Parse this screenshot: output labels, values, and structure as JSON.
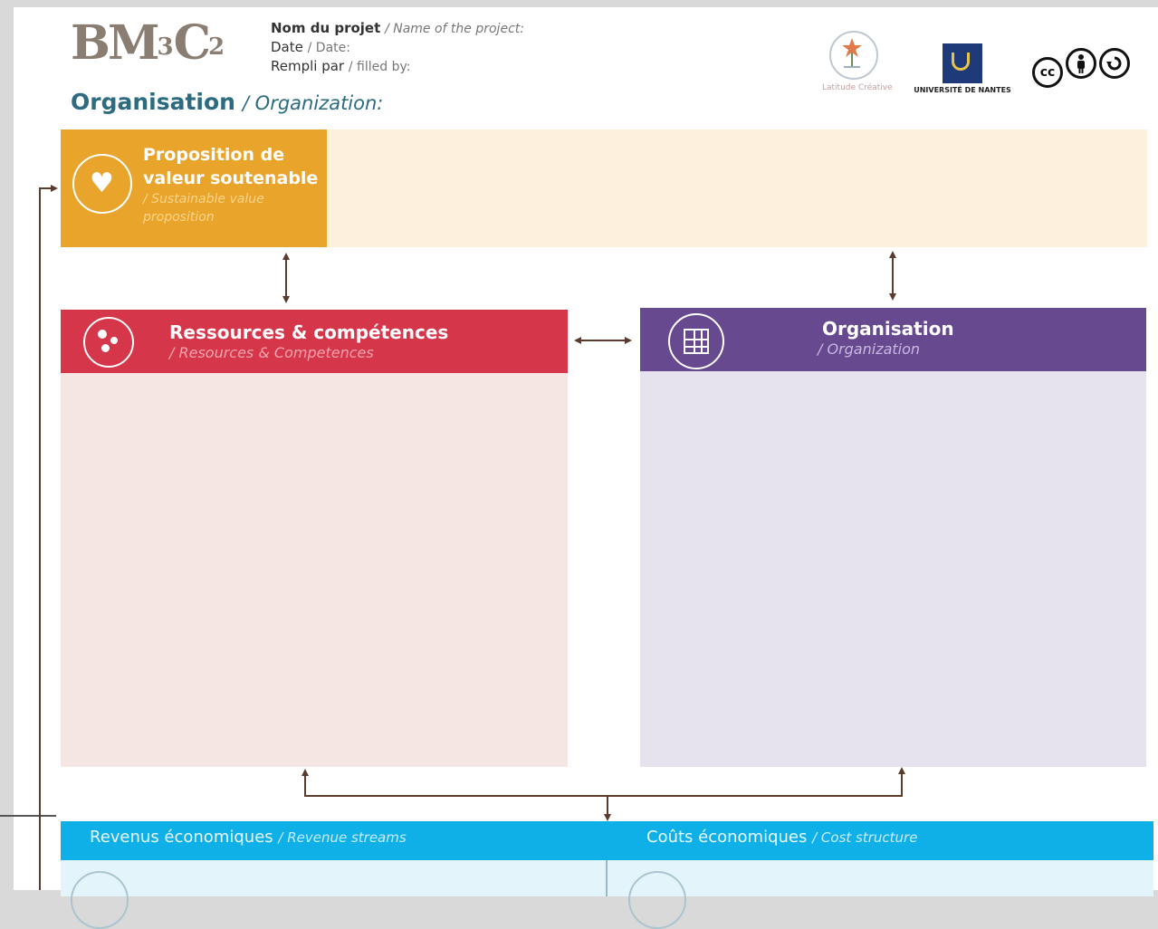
{
  "header": {
    "logo_text": "BM",
    "logo_sup1": "3",
    "logo_mid": "C",
    "logo_sup2": "2",
    "project_label_bold": "Nom du projet",
    "project_label_en": "/ Name of the project:",
    "date_label": "Date",
    "date_label_en": "/ Date:",
    "filled_label": "Rempli par",
    "filled_label_en": "/ filled by:",
    "organisation_title": "Organisation",
    "organisation_title_en": "/ Organization:"
  },
  "partners": {
    "latitude_caption": "Latitude Créative",
    "univ_caption": "UNIVERSITÉ DE NANTES",
    "cc_icons": [
      "cc-icon",
      "by-icon",
      "sa-icon"
    ]
  },
  "value_proposition": {
    "title": "Proposition de valeur soutenable",
    "subtitle": "/ Sustainable value proposition"
  },
  "resources": {
    "title": "Ressources & compétences",
    "subtitle": "/ Resources & Competences"
  },
  "organisation": {
    "title": "Organisation",
    "subtitle": "/ Organization"
  },
  "bottom": {
    "revenue_label": "Revenus économiques",
    "revenue_label_en": "/ Revenue streams",
    "cost_label": "Coûts économiques",
    "cost_label_en": "/ Cost structure"
  },
  "colors": {
    "value_proposition": "#e9a42b",
    "resources": "#d6364a",
    "organisation": "#67498f",
    "economic": "#0fb0e8",
    "arrows": "#5a3b2c"
  }
}
